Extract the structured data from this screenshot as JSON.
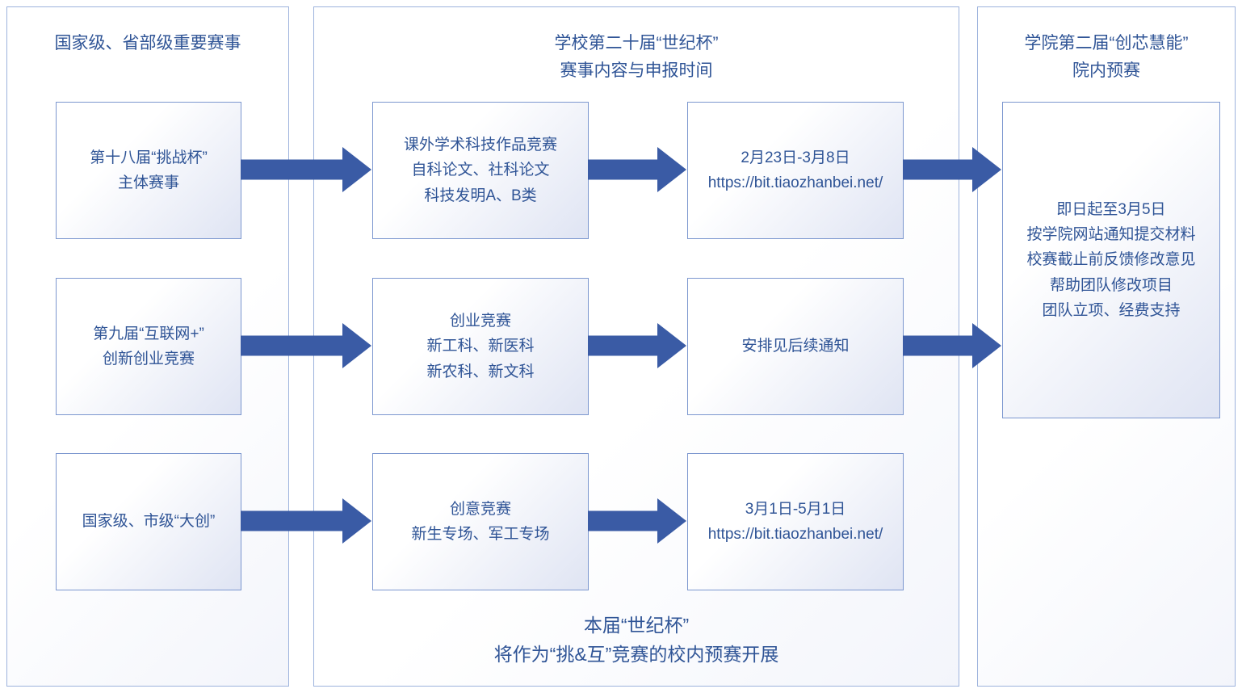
{
  "colors": {
    "text_blue": "#2F5496",
    "arrow_blue": "#3A5BA5",
    "box_border": "#7C97CF",
    "panel_border": "#9DB3DD"
  },
  "left_panel": {
    "title": "国家级、省部级重要赛事",
    "boxes": [
      {
        "text": "第十八届“挑战杯”\n主体赛事"
      },
      {
        "text": "第九届“互联网+”\n创新创业竞赛"
      },
      {
        "text": "国家级、市级“大创”"
      }
    ]
  },
  "middle_panel": {
    "title": "学校第二十届“世纪杯”\n赛事内容与申报时间",
    "content_boxes": [
      {
        "text": "课外学术科技作品竞赛\n自科论文、社科论文\n科技发明A、B类"
      },
      {
        "text": "创业竞赛\n新工科、新医科\n新农科、新文科"
      },
      {
        "text": "创意竞赛\n新生专场、军工专场"
      }
    ],
    "schedule_boxes": [
      {
        "text": "2月23日-3月8日\nhttps://bit.tiaozhanbei.net/"
      },
      {
        "text": "安排见后续通知"
      },
      {
        "text": "3月1日-5月1日\nhttps://bit.tiaozhanbei.net/"
      }
    ],
    "footnote": "本届“世纪杯”\n将作为“挑&互”竞赛的校内预赛开展"
  },
  "right_panel": {
    "title": "学院第二届“创芯慧能”\n院内预赛",
    "box": {
      "text": "即日起至3月5日\n按学院网站通知提交材料\n校赛截止前反馈修改意见\n帮助团队修改项目\n团队立项、经费支持"
    }
  }
}
